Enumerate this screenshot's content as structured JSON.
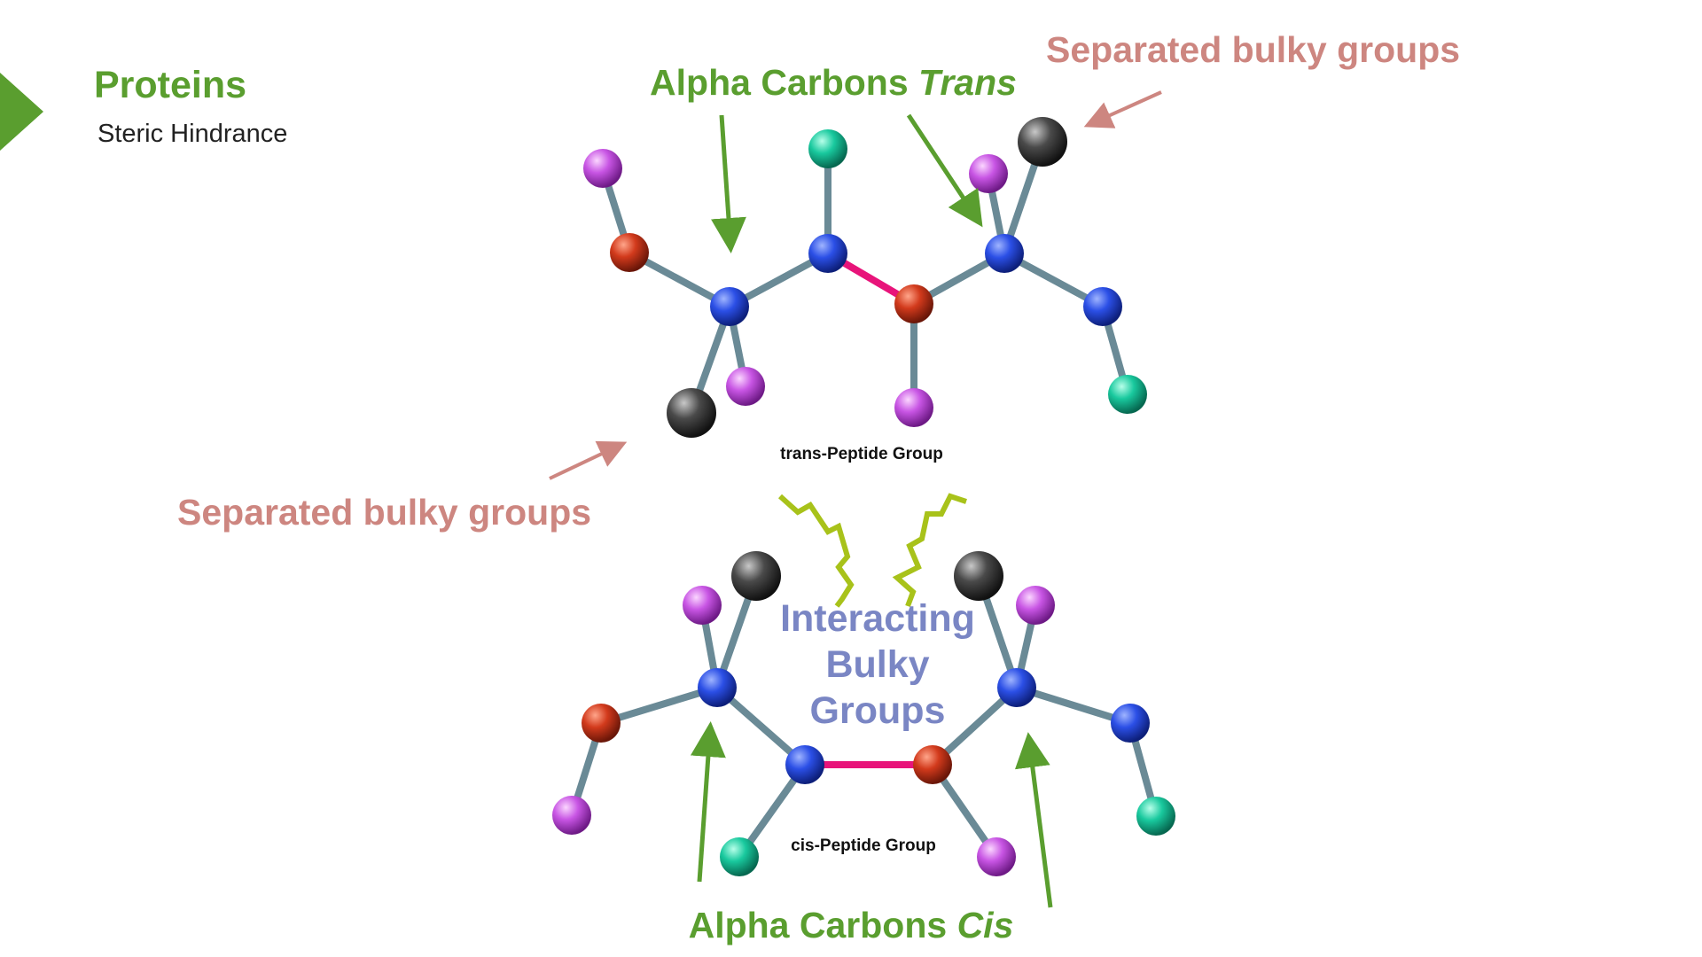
{
  "slide": {
    "title": "Proteins",
    "subtitle": "Steric Hindrance"
  },
  "labels": {
    "alpha_trans_prefix": "Alpha Carbons ",
    "alpha_trans_italic": "Trans",
    "alpha_cis_prefix": "Alpha Carbons ",
    "alpha_cis_italic": "Cis",
    "separated_top": "Separated bulky groups",
    "separated_left": "Separated bulky groups",
    "trans_group": "trans-Peptide Group",
    "cis_group": "cis-Peptide Group",
    "interacting_line1": "Interacting",
    "interacting_line2": "Bulky",
    "interacting_line3": "Groups"
  },
  "colors": {
    "accent_green": "#5a9e2f",
    "salmon": "#cd8680",
    "periwinkle": "#7a86c4",
    "bond": "#6a8a96",
    "peptide_bond": "#e8147a",
    "lightning": "#a8c21a",
    "atom_blue": "#1f3fd6",
    "atom_red": "#c3321a",
    "atom_purple": "#c24fdc",
    "atom_teal": "#14c49a",
    "atom_gray": "#3c3c3c"
  }
}
